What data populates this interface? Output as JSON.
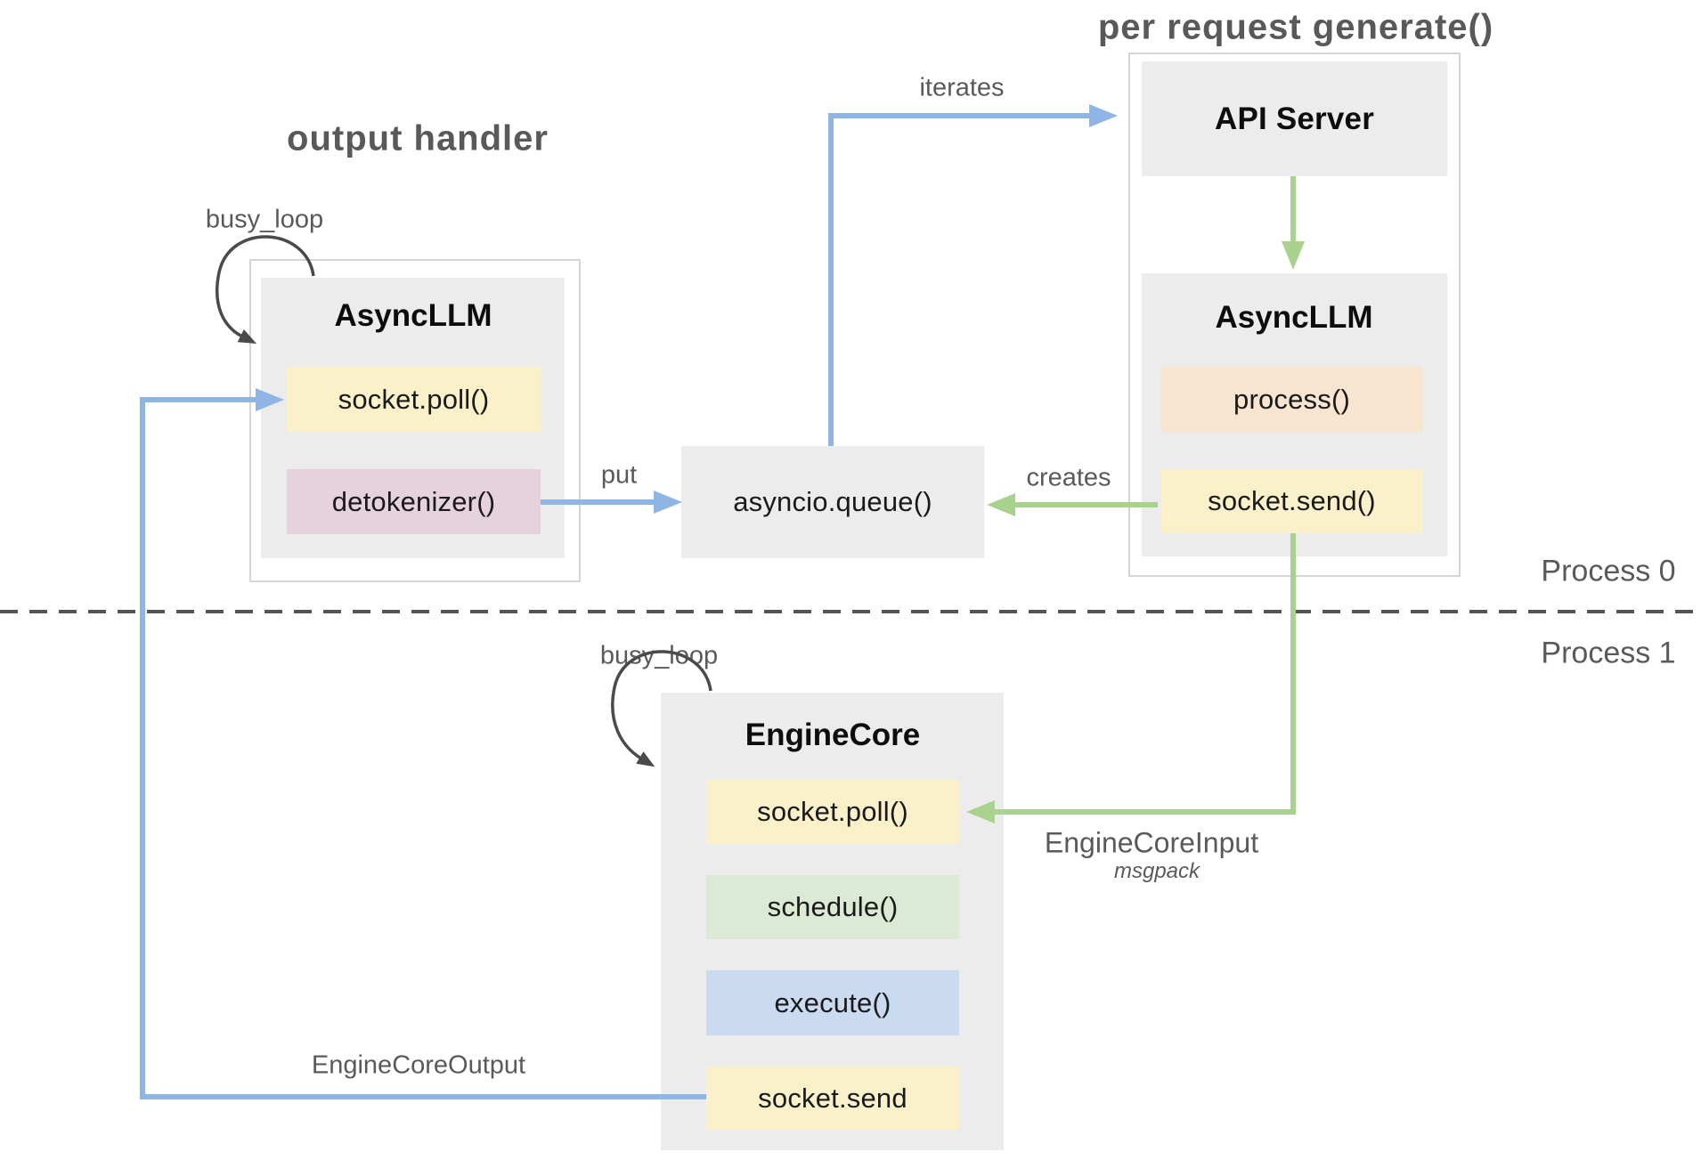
{
  "titles": {
    "output_handler": "output handler",
    "per_request_generate": "per request generate()"
  },
  "process_labels": {
    "process0": "Process 0",
    "process1": "Process 1"
  },
  "edge_labels": {
    "busy_loop_left": "busy_loop",
    "busy_loop_engine": "busy_loop",
    "iterates": "iterates",
    "put": "put",
    "creates": "creates",
    "engine_core_input": "EngineCoreInput",
    "engine_core_input_format": "msgpack",
    "engine_core_output": "EngineCoreOutput"
  },
  "groups": {
    "output_handler": {
      "title": "AsyncLLM",
      "methods": [
        {
          "label": "socket.poll()",
          "bg": "#FAF1CB"
        },
        {
          "label": "detokenizer()",
          "bg": "#E6D2DC"
        }
      ]
    },
    "queue": {
      "label": "asyncio.queue()"
    },
    "per_request": {
      "api_server": "API Server",
      "async_llm_title": "AsyncLLM",
      "methods": [
        {
          "label": "process()",
          "bg": "#F8E5CF"
        },
        {
          "label": "socket.send()",
          "bg": "#FAF1CB"
        }
      ]
    },
    "engine_core": {
      "title": "EngineCore",
      "methods": [
        {
          "label": "socket.poll()",
          "bg": "#FAF1CB"
        },
        {
          "label": "schedule()",
          "bg": "#DCE9D5"
        },
        {
          "label": "execute()",
          "bg": "#C9DAF1"
        },
        {
          "label": "socket.send",
          "bg": "#FAF1CB"
        }
      ]
    }
  },
  "colors": {
    "arrow_blue": "#8EB5E4",
    "arrow_green": "#A9D28F",
    "loop_arrow_dark": "#4A4A4A",
    "panel_gray": "#ECECEC",
    "outline_border_gray": "#D5D5D5",
    "divider_gray": "#555555",
    "label_gray": "#5A5A5A"
  }
}
